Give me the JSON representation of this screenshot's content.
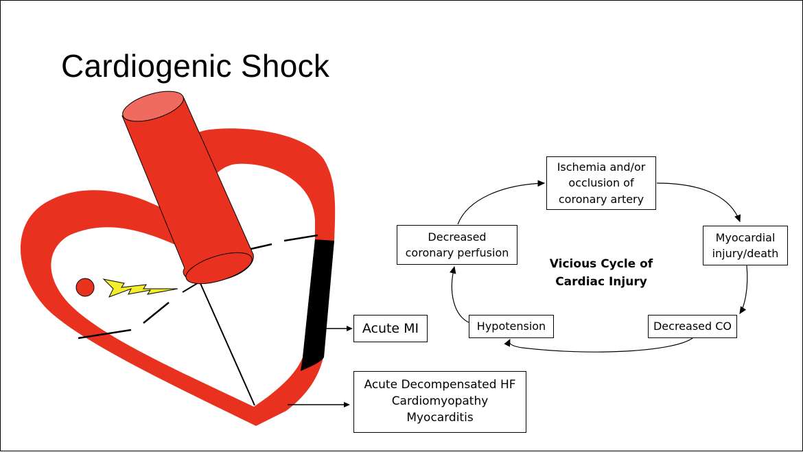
{
  "slide": {
    "title": "Cardiogenic Shock"
  },
  "heart_labels": {
    "acute_mi": "Acute MI",
    "hf_causes": "Acute Decompensated HF\nCardiomyopathy\nMyocarditis"
  },
  "cycle": {
    "title": "Vicious Cycle of\nCardiac Injury",
    "nodes": {
      "ischemia": "Ischemia and/or\nocclusion of\ncoronary artery",
      "myocardial": "Myocardial\ninjury/death",
      "decreased_co": "Decreased CO",
      "hypotension": "Hypotension",
      "perfusion": "Decreased\ncoronary perfusion"
    }
  },
  "colors": {
    "heart_red": "#e8321f",
    "vessel_top": "#ef6a5f",
    "infarct": "#000000",
    "bolt_yellow": "#f2ee2a"
  }
}
